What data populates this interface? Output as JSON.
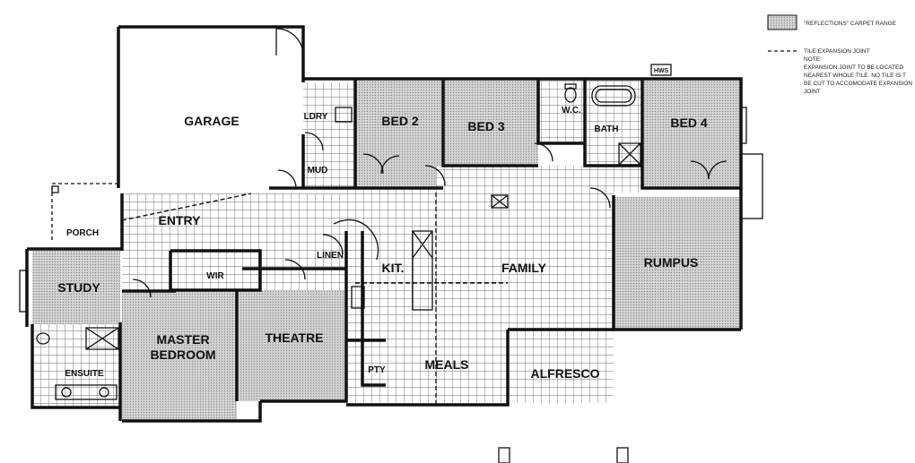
{
  "rooms": {
    "garage": "GARAGE",
    "ldry": "LDRY",
    "mud": "MUD",
    "bed2": "BED 2",
    "bed3": "BED 3",
    "wc": "W.C.",
    "bath": "BATH",
    "bed4": "BED 4",
    "entry": "ENTRY",
    "porch": "PORCH",
    "study": "STUDY",
    "wir": "WIR",
    "linen": "LINEN",
    "kit": "KIT.",
    "family": "FAMILY",
    "rumpus": "RUMPUS",
    "master_line1": "MASTER",
    "master_line2": "BEDROOM",
    "theatre": "THEATRE",
    "ensuite": "ENSUITE",
    "pty": "PTY",
    "meals": "MEALS",
    "alfresco": "ALFRESCO",
    "hws": "HWS"
  },
  "legend": {
    "carpet": "\"REFLECTIONS\" CARPET RANGE",
    "joint": "TILE EXPANSION JOINT",
    "note_lines": [
      "NOTE:",
      "EXPANSION JOINT TO BE LOCATED",
      "NEAREST WHOLE TILE. NO TILE IS T",
      "BE CUT TO ACCOMODATE EXPANSION",
      "JOINT"
    ]
  },
  "colors": {
    "wall": "#111111",
    "tile_grid": "#555555",
    "carpet": "#c9c9c9",
    "background": "#ffffff"
  }
}
